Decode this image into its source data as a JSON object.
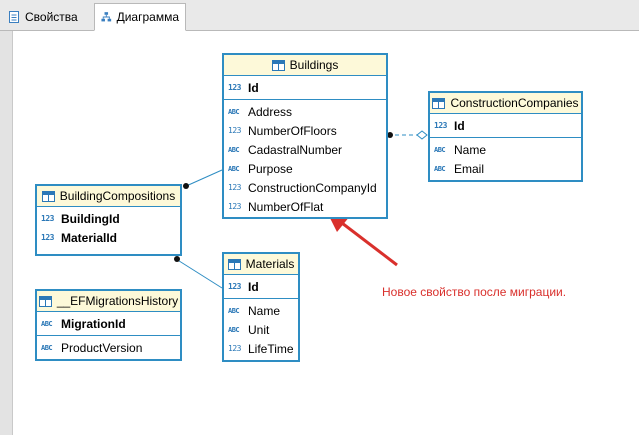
{
  "tabs": [
    {
      "label": "Свойства",
      "icon": "properties-icon"
    },
    {
      "label": "Диаграмма",
      "icon": "diagram-icon"
    }
  ],
  "entities": {
    "buildings": {
      "title": "Buildings",
      "keys": [
        {
          "type": "123",
          "name": "Id"
        }
      ],
      "fields": [
        {
          "type": "ABC",
          "name": "Address"
        },
        {
          "type": "123",
          "name": "NumberOfFloors"
        },
        {
          "type": "ABC",
          "name": "CadastralNumber"
        },
        {
          "type": "ABC",
          "name": "Purpose"
        },
        {
          "type": "123",
          "name": "ConstructionCompanyId"
        },
        {
          "type": "123",
          "name": "NumberOfFlat"
        }
      ]
    },
    "construction_companies": {
      "title": "ConstructionCompanies",
      "keys": [
        {
          "type": "123",
          "name": "Id"
        }
      ],
      "fields": [
        {
          "type": "ABC",
          "name": "Name"
        },
        {
          "type": "ABC",
          "name": "Email"
        }
      ]
    },
    "building_compositions": {
      "title": "BuildingCompositions",
      "keys": [
        {
          "type": "123",
          "name": "BuildingId"
        },
        {
          "type": "123",
          "name": "MaterialId"
        }
      ],
      "fields": []
    },
    "materials": {
      "title": "Materials",
      "keys": [
        {
          "type": "123",
          "name": "Id"
        }
      ],
      "fields": [
        {
          "type": "ABC",
          "name": "Name"
        },
        {
          "type": "ABC",
          "name": "Unit"
        },
        {
          "type": "123",
          "name": "LifeTime"
        }
      ]
    },
    "ef_migrations_history": {
      "title": "__EFMigrationsHistory",
      "keys": [
        {
          "type": "ABC",
          "name": "MigrationId"
        }
      ],
      "fields": [
        {
          "type": "ABC",
          "name": "ProductVersion"
        }
      ]
    }
  },
  "annotation": {
    "text": "Новое свойство после миграции.",
    "color": "#d9302c"
  },
  "colors": {
    "entity_border": "#2e8dc3",
    "entity_header": "#fdf9d9",
    "type_icon": "#2b78b7"
  }
}
